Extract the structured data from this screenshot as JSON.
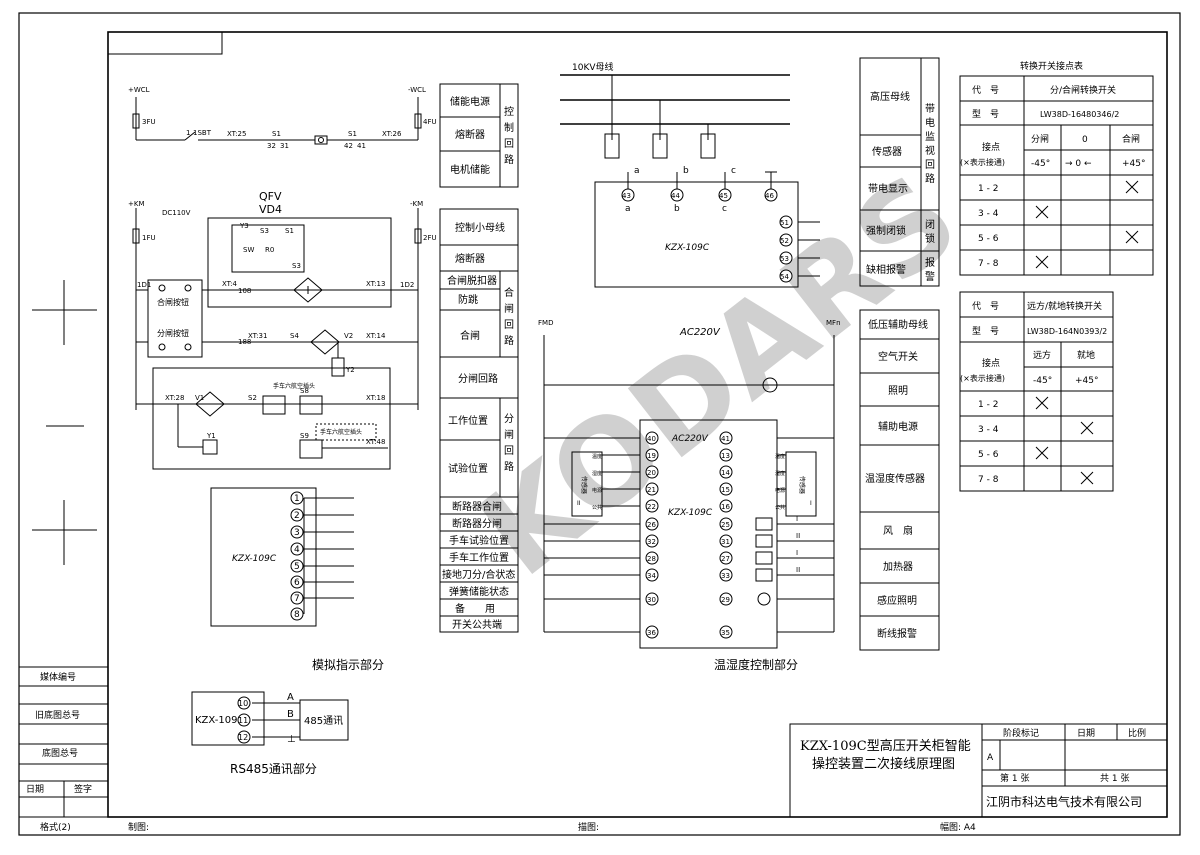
{
  "watermark": "KODARS",
  "colors": {
    "line": "#000000",
    "watermark": "#e63c46"
  },
  "left_strip": {
    "media_no": "媒体编号",
    "old_base_no": "旧底图总号",
    "base_no": "底图总号",
    "date": "日期",
    "sign": "签字"
  },
  "footer": {
    "format": "格式(2)",
    "drawn": "制图:",
    "traced": "描图:",
    "size": "幅图: A4"
  },
  "title_block": {
    "title_line1": "KZX-109C型高压开关柜智能",
    "title_line2": "操控装置二次接线原理图",
    "stage": "阶段标记",
    "date": "日期",
    "scale": "比例",
    "stage_value": "A",
    "sheet": "第 1 张",
    "total": "共 1 张",
    "company": "江阴市科达电气技术有限公司"
  },
  "storage": {
    "wcl_plus": "+WCL",
    "wcl_minus": "-WCL",
    "fu3": "3FU",
    "fu4": "4FU",
    "sbt": "1SBT",
    "t1": "1",
    "xt25": "XT:25",
    "s1a": "S1",
    "n32": "32",
    "n31": "31",
    "s1b": "S1",
    "n42": "42",
    "n41": "41",
    "xt26": "XT:26"
  },
  "ctrl": {
    "km_plus": "+KM",
    "km_minus": "-KM",
    "dc": "DC110V",
    "fu1": "1FU",
    "fu2": "2FU",
    "qfv": "QFV",
    "vd4": "VD4",
    "d1": "1D1",
    "d2": "1D2",
    "close_btn": "合闸按钮",
    "open_btn": "分闸按钮",
    "y3": "Y3",
    "s3": "S3",
    "s3n": "S3",
    "s1": "S1",
    "s4": "S4",
    "s8": "S8",
    "s9": "S9",
    "s2": "S2",
    "sw": "SW",
    "r0": "R0",
    "v1": "V1",
    "v2": "V2",
    "y1": "Y1",
    "y2": "Y2",
    "xt4": "XT:4",
    "xt13": "XT:13",
    "xt31": "XT:31",
    "xt14": "XT:14",
    "xt28": "XT:28",
    "xt18": "XT:18",
    "xt48": "XT:48",
    "n108": "108",
    "n188": "188",
    "plug1": "手车六航空插头",
    "plug2": "手车六航空插头"
  },
  "mid_table": {
    "rows": [
      "储能电源",
      "熔断器",
      "电机储能",
      "控制小母线",
      "熔断器",
      "合闸脱扣器",
      "防跳",
      "合闸",
      "分闸回路",
      "工作位置",
      "试验位置",
      "断路器合闸",
      "断路器分闸",
      "手车试验位置",
      "手车工作位置",
      "接地刀分/合状态",
      "弹簧储能状态",
      "备　　用",
      "开关公共端"
    ],
    "side1": [
      "控",
      "制",
      "回",
      "路"
    ],
    "side2": [
      "合",
      "闸",
      "回",
      "路"
    ],
    "side3": [
      "分",
      "闸",
      "回",
      "路"
    ]
  },
  "analog": {
    "device": "KZX-109C",
    "terminals": [
      "1",
      "2",
      "3",
      "4",
      "5",
      "6",
      "7",
      "8"
    ],
    "title": "模拟指示部分"
  },
  "rs485": {
    "device": "KZX-109C",
    "terminals": [
      "10",
      "11",
      "12"
    ],
    "letters": [
      "A",
      "B",
      "⊥"
    ],
    "label": "485通讯",
    "title": "RS485通讯部分"
  },
  "busbar": {
    "label": "10KV母线",
    "device": "KZX-109C",
    "term_top": [
      "43",
      "44",
      "45",
      "46"
    ],
    "phases": [
      "a",
      "b",
      "c"
    ],
    "phase_small": [
      "a",
      "b",
      "c"
    ],
    "term_right": [
      "51",
      "52",
      "53",
      "54"
    ]
  },
  "temp": {
    "ac": "AC220V",
    "ac_in": "AC220V",
    "device": "KZX-109C",
    "fmd": "FMD",
    "mfn": "MFn",
    "left_terms": [
      "40",
      "19",
      "20",
      "21",
      "22",
      "26",
      "32",
      "28",
      "34",
      "30",
      "36"
    ],
    "right_terms": [
      "41",
      "13",
      "14",
      "15",
      "16",
      "25",
      "31",
      "27",
      "33",
      "29",
      "35"
    ],
    "sensor": "传感器",
    "sensor2": "传感器",
    "sensor_i": "I",
    "sensor_ii": "II",
    "s_items": [
      "温度",
      "湿度",
      "电源",
      "公共"
    ],
    "roman": [
      "I",
      "II",
      "I",
      "II"
    ],
    "title": "温湿度控制部分"
  },
  "right_table1": {
    "rows": [
      "高压母线",
      "传感器",
      "带电显示",
      "强制闭锁",
      "缺相报警"
    ],
    "side1": [
      "带",
      "电",
      "监",
      "视",
      "回",
      "路"
    ],
    "side2": [
      "闭",
      "锁"
    ],
    "side3": [
      "报",
      "警"
    ]
  },
  "right_table2": {
    "rows": [
      "低压辅助母线",
      "空气开关",
      "照明",
      "辅助电源",
      "温湿度传感器",
      "风　扇",
      "加热器",
      "感应照明",
      "断线报警"
    ]
  },
  "switch1": {
    "title": "转换开关接点表",
    "code_label": "代　号",
    "code": "分/合闸转换开关",
    "model_label": "型　号",
    "model": "LW38D-16480346/2",
    "contact": "接点",
    "contact_note": "(×表示接通)",
    "cols": [
      "分闸",
      "0",
      "合闸"
    ],
    "angles": [
      "-45°",
      "→ 0 ←",
      "+45°"
    ],
    "rows": [
      "1 - 2",
      "3 - 4",
      "5 - 6",
      "7 - 8"
    ],
    "marks": [
      [
        false,
        false,
        true
      ],
      [
        true,
        false,
        false
      ],
      [
        false,
        false,
        true
      ],
      [
        true,
        false,
        false
      ]
    ]
  },
  "switch2": {
    "code_label": "代　号",
    "code": "远方/就地转换开关",
    "model_label": "型　号",
    "model": "LW38D-164N0393/2",
    "contact": "接点",
    "contact_note": "(×表示接通)",
    "cols": [
      "远方",
      "就地"
    ],
    "angles": [
      "-45°",
      "+45°"
    ],
    "rows": [
      "1 - 2",
      "3 - 4",
      "5 - 6",
      "7 - 8"
    ],
    "marks": [
      [
        true,
        false
      ],
      [
        false,
        true
      ],
      [
        true,
        false
      ],
      [
        false,
        true
      ]
    ]
  }
}
